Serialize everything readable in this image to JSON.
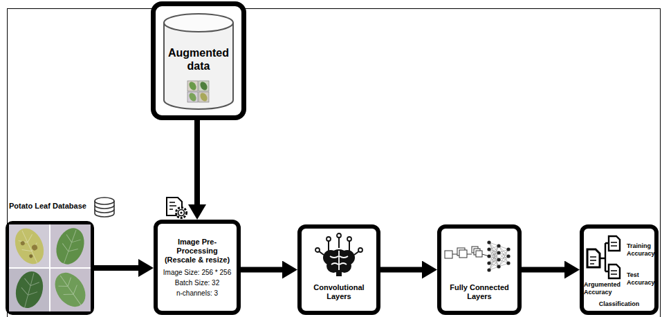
{
  "diagram": {
    "nodes": [
      {
        "text": [
          "Augmented data"
        ]
      },
      {
        "text": [
          "Potato Leaf Database"
        ]
      },
      {
        "text": [
          "Image Pre- Processing (Rescale & resize)",
          "Image Size: 256 * 256",
          "Batch Size: 32",
          "n-channels: 3"
        ]
      },
      {
        "text": [
          "Convolutional Layers"
        ]
      },
      {
        "text": [
          "Fully Connected Layers"
        ]
      },
      {
        "text": [
          "Training Accuracy",
          "Test Accuracy",
          "Argumented Accuracy",
          "Classification"
        ]
      }
    ],
    "edges": [
      {
        "from": 0,
        "to": 2,
        "arrow": "to"
      },
      {
        "from": 1,
        "to": 2,
        "arrow": "to"
      },
      {
        "from": 2,
        "to": 3,
        "arrow": "to"
      },
      {
        "from": 3,
        "to": 4,
        "arrow": "to"
      },
      {
        "from": 4,
        "to": 5,
        "arrow": "to"
      }
    ]
  }
}
